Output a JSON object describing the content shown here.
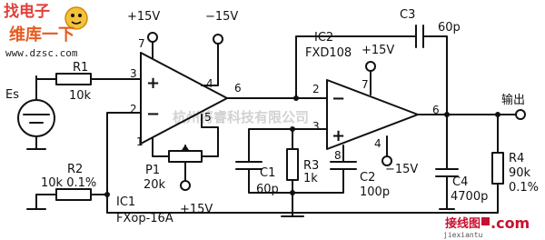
{
  "watermarks": {
    "logo_top": "找电子",
    "logo_mid": "维库一下",
    "logo_url": "www.dzsc.com",
    "center_text": "杭州将睿科技有限公司",
    "bottom_right_cn": "接线图",
    "bottom_right_dot": ".com",
    "bottom_right_url": "jiexiantu"
  },
  "supply": {
    "plus15_left": "+15V",
    "minus15_left": "−15V",
    "plus15_ic2": "+15V",
    "minus15_ic2": "−15V",
    "plus15_p1": "+15V"
  },
  "source": {
    "label": "Es"
  },
  "resistors": {
    "r1_name": "R1",
    "r1_value": "10k",
    "r2_name": "R2",
    "r2_value": "10k 0.1%",
    "r3_name": "R3",
    "r3_value": "1k",
    "r4_name": "R4",
    "r4_value": "90k",
    "r4_tol": "0.1%"
  },
  "pot": {
    "name": "P1",
    "value": "20k"
  },
  "capacitors": {
    "c1_name": "C1",
    "c1_value": "60p",
    "c2_name": "C2",
    "c2_value": "100p",
    "c3_name": "C3",
    "c3_value": "60p",
    "c4_name": "C4",
    "c4_value": "4700p"
  },
  "ic1": {
    "name": "IC1",
    "part": "FXop-16A",
    "plus": "+",
    "minus": "−",
    "pin3": "3",
    "pin2": "2",
    "pin7": "7",
    "pin4": "4",
    "pin6": "6",
    "pin5": "5",
    "pin1": "1"
  },
  "ic2": {
    "name": "IC2",
    "part": "FXD108",
    "plus": "+",
    "minus": "−",
    "pin2": "2",
    "pin3": "3",
    "pin7": "7",
    "pin4": "4",
    "pin6": "6",
    "pin8": "8"
  },
  "output": {
    "label": "输出"
  }
}
